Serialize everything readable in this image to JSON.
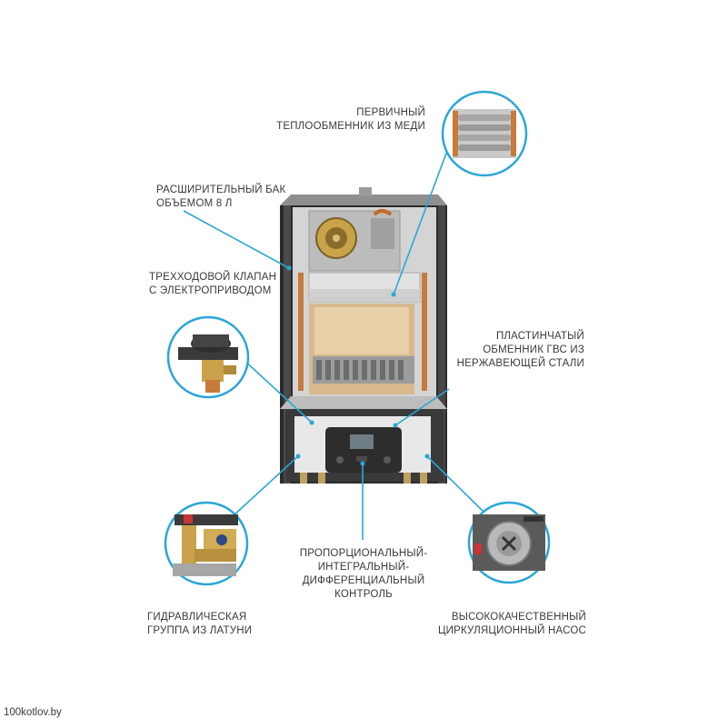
{
  "labels": {
    "primary_hx": [
      "ПЕРВИЧНЫЙ",
      "ТЕПЛООБМЕННИК ИЗ МЕДИ"
    ],
    "expansion_tank": [
      "РАСШИРИТЕЛЬНЫЙ БАК",
      "ОБЪЕМОМ 8 Л"
    ],
    "three_way_valve": [
      "ТРЕХХОДОВОЙ КЛАПАН",
      "С ЭЛЕКТРОПРИВОДОМ"
    ],
    "plate_hx": [
      "ПЛАСТИНЧАТЫЙ",
      "ОБМЕННИК ГВС ИЗ",
      "НЕРЖАВЕЮЩЕЙ СТАЛИ"
    ],
    "pid_control": [
      "ПРОПОРЦИОНАЛЬНЫЙ-",
      "ИНТЕГРАЛЬНЫЙ-",
      "ДИФФЕРЕНЦИАЛЬНЫЙ",
      "КОНТРОЛЬ"
    ],
    "hydraulic_group": [
      "ГИДРАВЛИЧЕСКАЯ",
      "ГРУППА ИЗ ЛАТУНИ"
    ],
    "pump": [
      "ВЫСОКОКАЧЕСТВЕННЫЙ",
      "ЦИРКУЛЯЦИОННЫЙ НАСОС"
    ]
  },
  "watermark": "100kotlov.by",
  "colors": {
    "accent": "#2aa6d6",
    "text": "#3a3a3a",
    "casing": "#2b2b2b",
    "panel": "#c9c9c9"
  }
}
